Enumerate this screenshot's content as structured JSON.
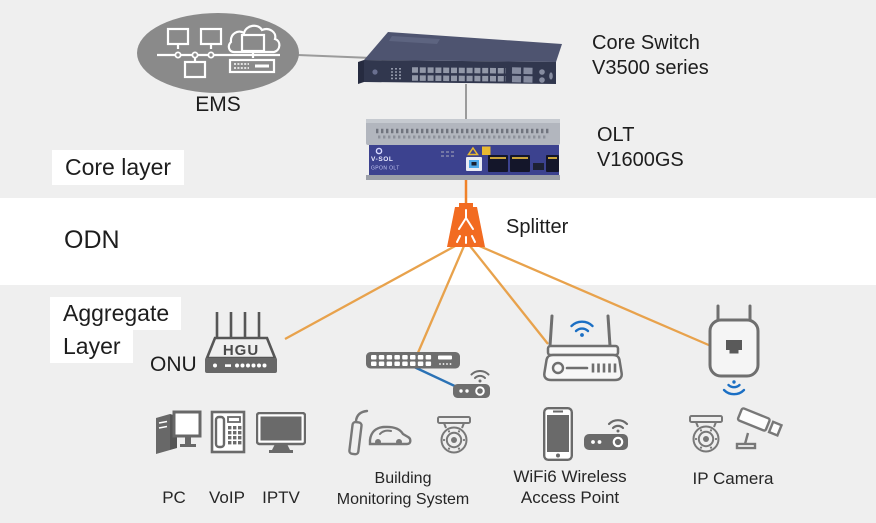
{
  "layers": {
    "core": "Core layer",
    "odn": "ODN",
    "aggregate_line1": "Aggregate",
    "aggregate_line2": "Layer"
  },
  "nodes": {
    "ems": "EMS",
    "core_switch_line1": "Core Switch",
    "core_switch_line2": "V3500 series",
    "olt_line1": "OLT",
    "olt_line2": "V1600GS",
    "olt_brand": "V-SOL",
    "olt_model": "GPON OLT",
    "splitter": "Splitter",
    "onu": "ONU",
    "hgu_device_text": "HGU"
  },
  "endpoints": {
    "pc": "PC",
    "voip": "VoIP",
    "iptv": "IPTV",
    "building_line1": "Building",
    "building_line2": "Monitoring System",
    "wifi6_line1": "WiFi6 Wireless",
    "wifi6_line2": "Access Point",
    "ip_camera": "IP Camera"
  },
  "colors": {
    "band_gray": "#efefef",
    "band_white": "#ffffff",
    "link_gray": "#9b9b9b",
    "feed_orange": "#f08229",
    "fan_orange": "#e8a24c",
    "splitter_orange": "#f26b21",
    "link_blue": "#2b72b5",
    "wifi_blue": "#1b6fc4",
    "icon_gray": "#6e6e6e",
    "switch_navy": "#31374e",
    "olt_front_blue": "#3c428f"
  }
}
